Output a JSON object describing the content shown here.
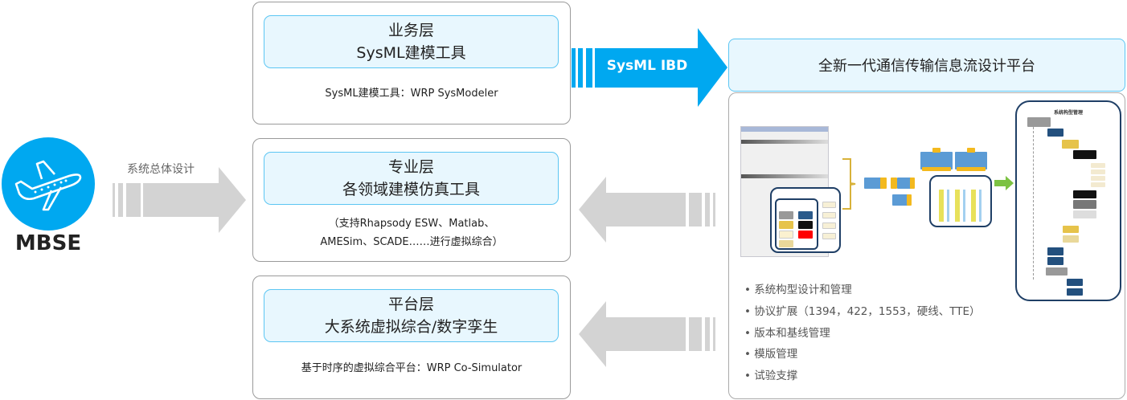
{
  "mbse": {
    "label": "MBSE",
    "icon": "airplane-icon",
    "color": "#00a8f0"
  },
  "left_arrow": {
    "label": "系统总体设计"
  },
  "layers": [
    {
      "title": "业务层",
      "subtitle": "SysML建模工具",
      "caption": [
        "SysML建模工具：WRP SysModeler"
      ]
    },
    {
      "title": "专业层",
      "subtitle": "各领域建模仿真工具",
      "caption": [
        "（支持Rhapsody ESW、Matlab、",
        "AMESim、SCADE……进行虚拟综合）"
      ]
    },
    {
      "title": "平台层",
      "subtitle": "大系统虚拟综合/数字孪生",
      "caption": [
        "基于时序的虚拟综合平台：WRP  Co-Simulator"
      ]
    }
  ],
  "ibd_arrow": {
    "label": "SysML IBD",
    "color": "#00a8f0"
  },
  "platform": {
    "title": "全新一代通信传输信息流设计平台",
    "tree_title": "系统构型管理",
    "features": [
      "系统构型设计和管理",
      "协议扩展（1394，422，1553，硬线、TTE）",
      "版本和基线管理",
      "模版管理",
      "试验支撑"
    ]
  }
}
